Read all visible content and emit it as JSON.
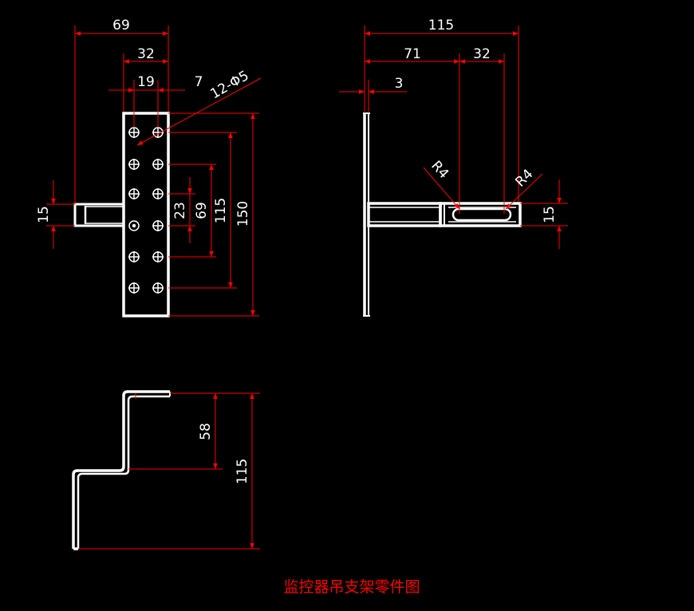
{
  "colors": {
    "background": "#000000",
    "outline": "#ffffff",
    "dimension": "#ff0000",
    "text": "#ffffff",
    "title": "#ff0000"
  },
  "title": "监控器吊支架零件图",
  "front_view": {
    "dim_overall_width": "69",
    "dim_plate_width": "32",
    "dim_hole_pitch_x": "19",
    "dim_edge": "7",
    "dim_holes": "12-Φ5",
    "dim_flange": "15",
    "dim_23": "23",
    "dim_69": "69",
    "dim_115": "115",
    "dim_150": "150"
  },
  "side_view": {
    "dim_overall": "115",
    "dim_71": "71",
    "dim_32": "32",
    "dim_thickness": "3",
    "dim_r_left": "R4",
    "dim_r_right": "R4",
    "dim_height": "15"
  },
  "bottom_view": {
    "dim_58": "58",
    "dim_115": "115"
  }
}
